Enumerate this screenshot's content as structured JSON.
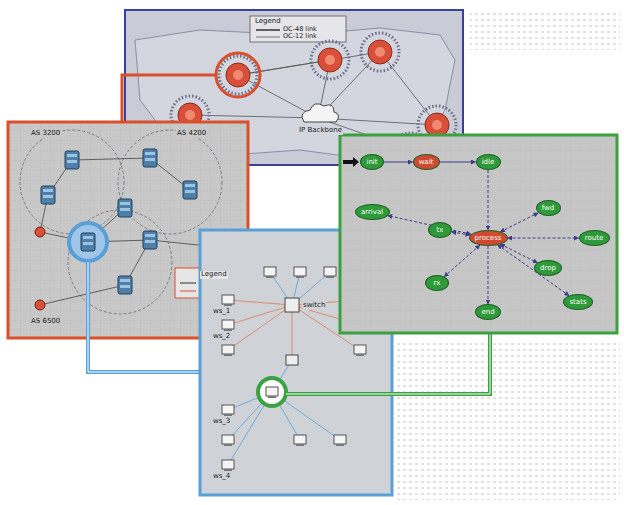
{
  "diagram": {
    "nodes": [
      {
        "text": [
          "init"
        ]
      },
      {
        "text": [
          "wait"
        ]
      },
      {
        "text": [
          "idle"
        ]
      },
      {
        "text": [
          "arrival"
        ]
      },
      {
        "text": [
          "tx"
        ]
      },
      {
        "text": [
          "rx"
        ]
      },
      {
        "text": [
          "process"
        ]
      },
      {
        "text": [
          "fwd"
        ]
      },
      {
        "text": [
          "route"
        ]
      },
      {
        "text": [
          "drop"
        ]
      },
      {
        "text": [
          "stats"
        ]
      },
      {
        "text": [
          "end"
        ]
      }
    ],
    "edges": [
      {
        "from": 0,
        "to": 1,
        "arrow": "to"
      },
      {
        "from": 1,
        "to": 2,
        "arrow": "to"
      },
      {
        "from": 2,
        "to": 6,
        "arrow": "to"
      },
      {
        "from": 6,
        "to": 3,
        "arrow": "both"
      },
      {
        "from": 6,
        "to": 4,
        "arrow": "both"
      },
      {
        "from": 6,
        "to": 5,
        "arrow": "both"
      },
      {
        "from": 6,
        "to": 7,
        "arrow": "both"
      },
      {
        "from": 6,
        "to": 8,
        "arrow": "both"
      },
      {
        "from": 6,
        "to": 9,
        "arrow": "both"
      },
      {
        "from": 6,
        "to": 10,
        "arrow": "both"
      },
      {
        "from": 6,
        "to": 11,
        "arrow": "to"
      }
    ],
    "labels": [
      "Legend",
      "IP Backbone",
      "AS 3200",
      "AS 4200",
      "AS 6500",
      "Legend",
      "switch",
      "ws_1",
      "ws_2",
      "ws_3",
      "ws_4"
    ],
    "legend": [
      {
        "text": "OC-48 link"
      },
      {
        "text": "OC-12 link"
      }
    ]
  }
}
